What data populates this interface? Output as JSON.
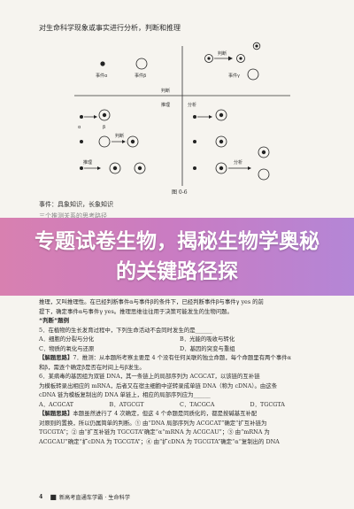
{
  "header": {
    "title": "对生命科学现象或事实进行分析，判断和推理"
  },
  "diagram": {
    "labels": {
      "alpha": "事件α",
      "beta": "事件β",
      "gamma": "事件γ",
      "judge": "判断",
      "infer": "推理",
      "analyze": "分析",
      "a": "α",
      "b": "β",
      "c": "γ"
    }
  },
  "figure": {
    "caption": "图 0-6"
  },
  "question": {
    "line": "事件：具象知识，长象知识"
  },
  "faded": {
    "line": "三个推测关系的思考路径"
  },
  "banner": {
    "text": "专题试卷生物，揭秘生物学奥秘的关键路径探"
  },
  "body": {
    "lines": [
      "推理，又叫推理性。在已经判断事件α与事件β的条件下，已经判断事件β与事件γ yes 的前",
      "提下，确定事件α与事件γ yes。推理思维往往用于决策可能发生的生物问题。",
      "“判断”题例",
      "5．在植物的生长发育过程中，下列生命活动不会同时发生的是______",
      "7．推测：从本题所考察主要是 4 个没有任何关联的独立命题，每个命题里有两个事件α",
      "和β，需逐个确定β是否在时间上与β发生。",
      "6．某病毒的基因组为双链 DNA，其一条链上的局部序列为 ACGCAT，以该链的互补链",
      "为模板转录出相应的 mRNA，后者又在宿主细胞中逆转录成单链 DNA（称为 cDNA）。由这条",
      "cDNA 链为模板复制出的 DNA 单链上，相应的局部序列应为______"
    ],
    "q5_options": [
      "A．细胞的分裂与分化",
      "B．光能的吸收与转化",
      "C．物质的氧化与还原",
      "D．基因的突变与重组"
    ],
    "q5_answer_label": "【解题思路】",
    "q6_options": [
      "A．ACGCAT",
      "B．ATGCGT",
      "C．TACGCA",
      "D．TGCGTA"
    ],
    "q6_answer_label": "【解题思路】",
    "q6_answer": [
      "本题虽然进行了 4 次确定，但这 4 个命题是同质化的，都是按碱基互补配",
      "对原则的置换，所以仍属简单的判断。① 由“DNA 局部序列为 ACGCAT”确定“扩互补链为",
      "TGCGTA”；② 由“扩互补链为 TGCGTA”确定“α“mRNA 为 ACGCAU”；③ 由“mRNA 为",
      "ACGCAU”确定“扩cDNA 为 TGCGTA”；④ 由“扩cDNA 为 TGCGTA”确定“α“复制出的 DNA"
    ]
  },
  "footer": {
    "page_number": "4",
    "book_title": "新高考直通车学霸 · 生命科学"
  }
}
